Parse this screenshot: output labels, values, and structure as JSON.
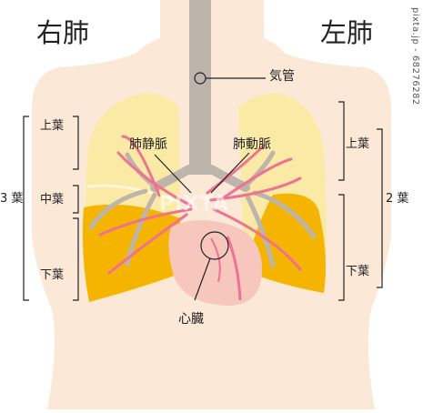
{
  "titles": {
    "right_lung": "右肺",
    "left_lung": "左肺"
  },
  "labels": {
    "trachea": "気管",
    "pulmonary_vein": "肺静脈",
    "pulmonary_artery": "肺動脈",
    "heart": "心臓"
  },
  "right_side": {
    "upper": "上葉",
    "middle": "中葉",
    "lower": "下葉",
    "count": "3 葉"
  },
  "left_side": {
    "upper": "上葉",
    "lower": "下葉",
    "count": "2 葉"
  },
  "watermark": {
    "site": "pixta.jp",
    "id": "68276282",
    "stamp": "PIXTA"
  },
  "colors": {
    "skin": "#fbe8d7",
    "lung_upper": "#fbeaa5",
    "lung_lower": "#f5b400",
    "trachea": "#bdb4ab",
    "vessel": "#ef7290",
    "heart": "#f7c7bd"
  }
}
